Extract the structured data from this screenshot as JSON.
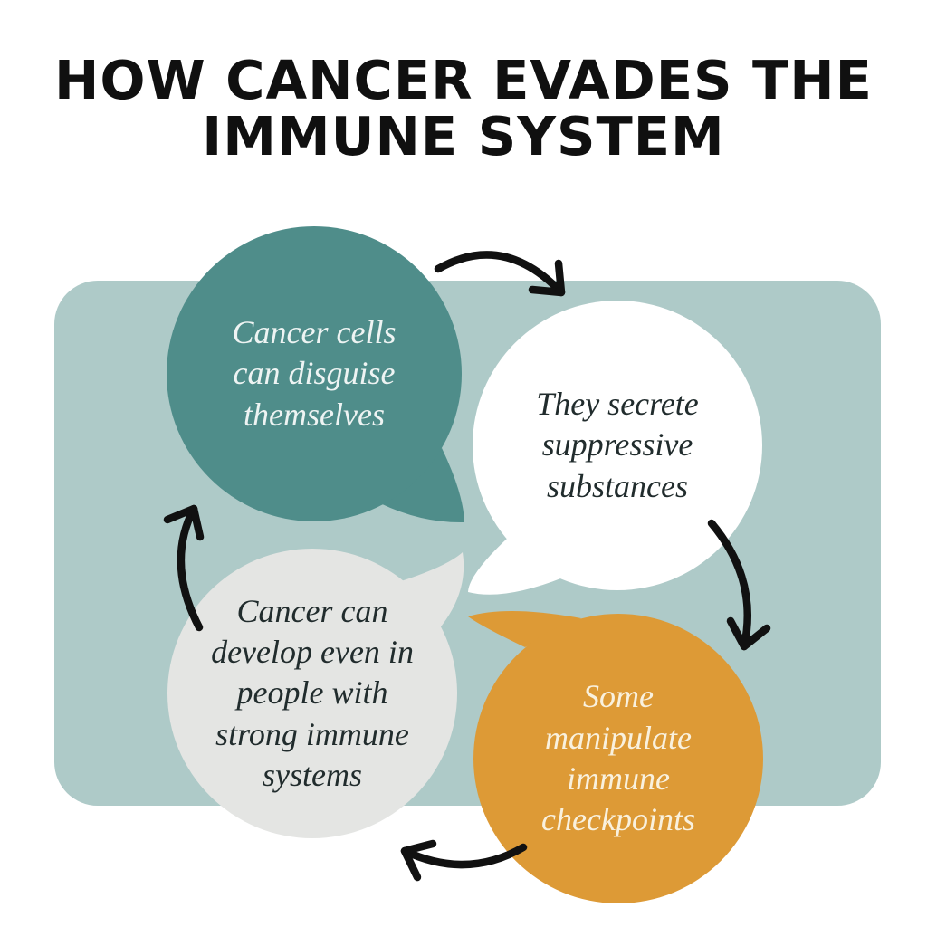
{
  "title": {
    "line1": "HOW CANCER EVADES THE",
    "line2": "IMMUNE SYSTEM",
    "color": "#101010"
  },
  "panel": {
    "background_color": "#aecac8"
  },
  "arrows": {
    "color": "#111111",
    "items": [
      {
        "name": "teal-to-white"
      },
      {
        "name": "white-to-orange"
      },
      {
        "name": "orange-to-gray"
      },
      {
        "name": "gray-to-teal"
      }
    ]
  },
  "bubbles": [
    {
      "id": "disguise",
      "label": "Cancer cells\ncan disguise\nthemselves",
      "fill": "#4f8d8a",
      "text_color": "#eef4f3"
    },
    {
      "id": "secrete",
      "label": "They secrete\nsuppressive\nsubstances",
      "fill": "#ffffff",
      "text_color": "#212c2d"
    },
    {
      "id": "develop",
      "label": "Cancer can\ndevelop even in\npeople with\nstrong immune\nsystems",
      "fill": "#e4e5e3",
      "text_color": "#212c2d"
    },
    {
      "id": "checkpoints",
      "label": "Some\nmanipulate\nimmune\ncheckpoints",
      "fill": "#dd9a36",
      "text_color": "#f9f1de"
    }
  ]
}
